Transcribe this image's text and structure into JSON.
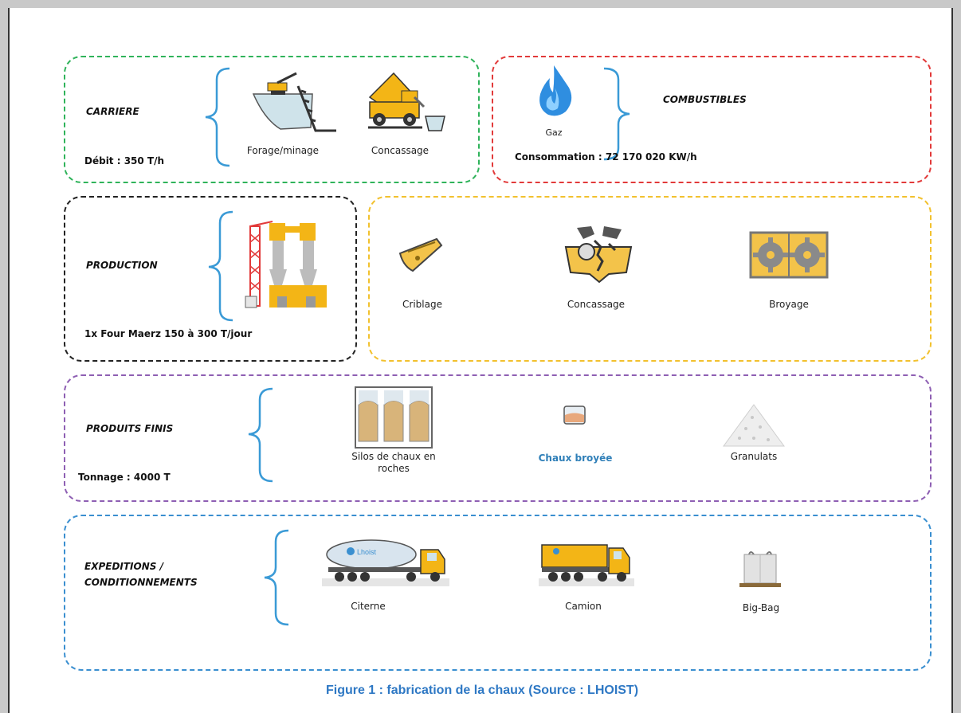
{
  "carriere": {
    "title": "CARRIERE",
    "stat": "Débit : 350 T/h",
    "steps": [
      "Forage/minage",
      "Concassage"
    ]
  },
  "combustibles": {
    "title": "COMBUSTIBLES",
    "item": "Gaz",
    "stat": "Consommation : 72 170 020 KW/h"
  },
  "production": {
    "title": "PRODUCTION",
    "stat": "1x Four Maerz   150 à 300 T/jour"
  },
  "traitement": {
    "steps": [
      "Criblage",
      "Concassage",
      "Broyage"
    ]
  },
  "produits_finis": {
    "title": "PRODUITS FINIS",
    "stat": "Tonnage : 4000 T",
    "items": [
      "Silos de chaux en\nroches",
      "Chaux broyée",
      "Granulats"
    ]
  },
  "expeditions": {
    "title_line1": "EXPEDITIONS /",
    "title_line2": "CONDITIONNEMENTS",
    "items": [
      "Citerne",
      "Camion",
      "Big-Bag"
    ],
    "logo_text": "Lhoist"
  },
  "caption": "Figure 1 : fabrication de la chaux (Source : LHOIST)",
  "colors": {
    "carriere": "#2fb35a",
    "combustibles": "#e23a3a",
    "production": "#222222",
    "traitement": "#f2c12e",
    "produits_finis": "#8e5fb3",
    "expeditions": "#3a8fd0",
    "caption": "#2e78c4",
    "highlight_text": "#2f7fb8"
  }
}
